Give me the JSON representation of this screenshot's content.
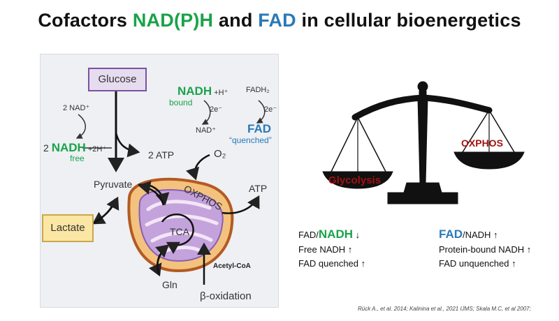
{
  "title": {
    "part1": "Cofactors ",
    "nadph": "NAD(P)H",
    "part2": " and ",
    "fad": "FAD",
    "part3": " in cellular bioenergetics"
  },
  "pathway": {
    "glucose": "Glucose",
    "nad_left": "2 NAD⁺",
    "nadh_left_prefix": "2 ",
    "nadh_left": "NADH",
    "nadh_left_suffix": " +2H⁺",
    "free": "free",
    "atp_glyco": "2 ATP",
    "pyruvate": "Pyruvate",
    "lactate": "Lactate",
    "nadh_bound": "NADH",
    "nadh_bound_suffix": " +H⁺",
    "bound": "bound",
    "two_e_1": "2e⁻",
    "nad_plus": "NAD⁺",
    "fadh2": "FADH₂",
    "two_e_2": "2e⁻",
    "fad": "FAD",
    "quenched": "“quenched”",
    "o2": "O₂",
    "oxphos": "OXPHOS",
    "atp": "ATP",
    "tca": "TCA",
    "acetyl_coa": "Acetyl-CoA",
    "gln": "Gln",
    "beta_ox": "β-oxidation"
  },
  "scale": {
    "glycolysis": "Glycolysis",
    "oxphos": "OXPHOS"
  },
  "left_list": {
    "fad": "FAD/",
    "nadh": "NADH",
    "arrow1": " ↓",
    "line2": "Free NADH ↑",
    "line3": "FAD quenched ↑"
  },
  "right_list": {
    "fad": "FAD",
    "nadh": "/NADH ↑",
    "line2": "Protein-bound NADH ↑",
    "line3": "FAD unquenched ↑"
  },
  "citation": "Rück A., et al. 2014; Kalinina et al., 2021 IJMS; Skala M.C, et al 2007;",
  "colors": {
    "green": "#1aa34a",
    "blue": "#2a7ab8",
    "scale": "#111111",
    "label_red": "#a01212",
    "mito_outer": "#c0692a",
    "mito_inner": "#b89ad0"
  }
}
